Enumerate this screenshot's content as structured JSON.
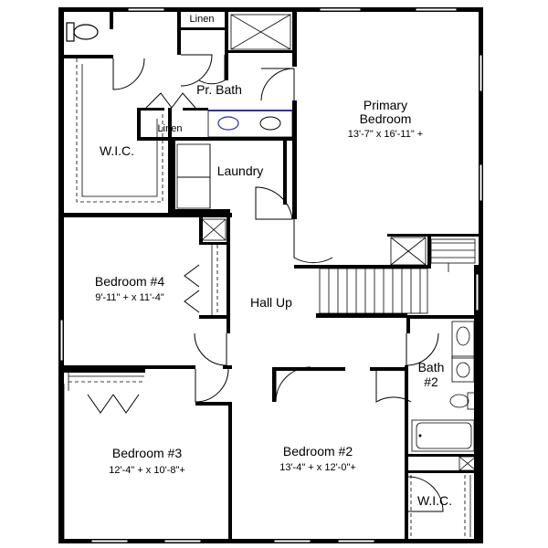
{
  "rooms": {
    "primary_bedroom": {
      "name_line1": "Primary",
      "name_line2": "Bedroom",
      "dims": "13'-7\" x 16'-11\" +"
    },
    "pr_bath": {
      "name": "Pr. Bath"
    },
    "wic_left": {
      "name": "W.I.C."
    },
    "laundry": {
      "name": "Laundry"
    },
    "linen_top": {
      "name": "Linen"
    },
    "linen_mid": {
      "name": "Linen"
    },
    "bedroom4": {
      "name": "Bedroom #4",
      "dims": "9'-11\" + x 11'-4\""
    },
    "hall": {
      "name": "Hall Up"
    },
    "bath2": {
      "name_line1": "Bath",
      "name_line2": "#2"
    },
    "bedroom3": {
      "name": "Bedroom #3",
      "dims": "12'-4\" + x 10'-8\"+"
    },
    "bedroom2": {
      "name": "Bedroom #2",
      "dims": "13'-4\" + x 12'-0\"+"
    },
    "wic_right": {
      "name": "W.I.C."
    }
  },
  "colors": {
    "walls": "#000000",
    "vanity_line": "#2e2eb8",
    "background": "#ffffff"
  }
}
